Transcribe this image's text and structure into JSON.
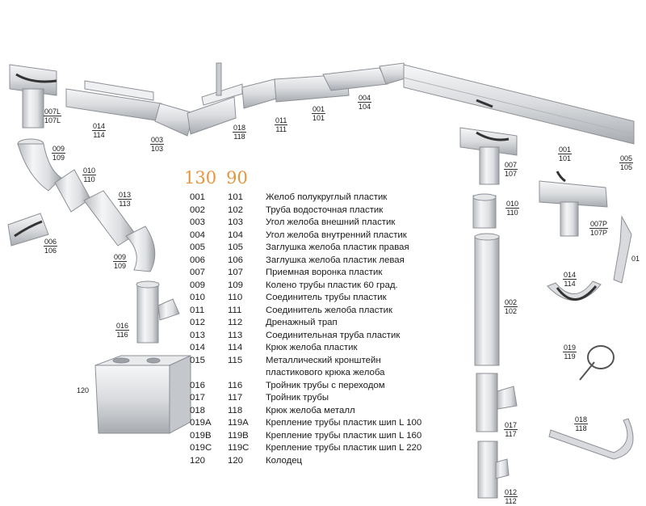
{
  "header": {
    "col_a": "130",
    "col_b": "90"
  },
  "legend": [
    {
      "a": "001",
      "b": "101",
      "name": "Желоб полукруглый пластик"
    },
    {
      "a": "002",
      "b": "102",
      "name": "Труба водосточная пластик"
    },
    {
      "a": "003",
      "b": "103",
      "name": "Угол желоба внешний пластик"
    },
    {
      "a": "004",
      "b": "104",
      "name": "Угол желоба внутренний пластик"
    },
    {
      "a": "005",
      "b": "105",
      "name": "Заглушка желоба пластик правая"
    },
    {
      "a": "006",
      "b": "106",
      "name": "Заглушка желоба пластик левая"
    },
    {
      "a": "007",
      "b": "107",
      "name": "Приемная воронка пластик"
    },
    {
      "a": "009",
      "b": "109",
      "name": "Колено трубы пластик 60 град."
    },
    {
      "a": "010",
      "b": "110",
      "name": "Соединитель трубы пластик"
    },
    {
      "a": "011",
      "b": "111",
      "name": "Соединитель желоба пластик"
    },
    {
      "a": "012",
      "b": "112",
      "name": "Дренажный трап"
    },
    {
      "a": "013",
      "b": "113",
      "name": "Соединительная труба пластик"
    },
    {
      "a": "014",
      "b": "114",
      "name": "Крюк желоба пластик"
    },
    {
      "a": "015",
      "b": "115",
      "name": "Металлический кронштейн"
    },
    {
      "a": "",
      "b": "",
      "name": "пластикового крюка желоба"
    },
    {
      "a": "016",
      "b": "116",
      "name": "Тройник трубы с переходом"
    },
    {
      "a": "017",
      "b": "117",
      "name": "Тройник трубы"
    },
    {
      "a": "018",
      "b": "118",
      "name": "Крюк желоба металл"
    },
    {
      "a": "019A",
      "b": "119A",
      "name": "Крепление трубы пластик шип L 100"
    },
    {
      "a": "019B",
      "b": "119B",
      "name": "Крепление трубы пластик шип L 160"
    },
    {
      "a": "019C",
      "b": "119C",
      "name": "Крепление трубы пластик шип L 220"
    },
    {
      "a": "120",
      "b": "120",
      "name": "Колодец"
    }
  ],
  "labels": {
    "l007L": {
      "top": "007L",
      "bot": "107L"
    },
    "l014": {
      "top": "014",
      "bot": "114"
    },
    "l003": {
      "top": "003",
      "bot": "103"
    },
    "l018": {
      "top": "018",
      "bot": "118"
    },
    "l011": {
      "top": "011",
      "bot": "111"
    },
    "l001a": {
      "top": "001",
      "bot": "101"
    },
    "l004": {
      "top": "004",
      "bot": "104"
    },
    "l001b": {
      "top": "001",
      "bot": "101"
    },
    "l005": {
      "top": "005",
      "bot": "105"
    },
    "l007": {
      "top": "007",
      "bot": "107"
    },
    "l009a": {
      "top": "009",
      "bot": "109"
    },
    "l010a": {
      "top": "010",
      "bot": "110"
    },
    "l013": {
      "top": "013",
      "bot": "113"
    },
    "l006": {
      "top": "006",
      "bot": "106"
    },
    "l009b": {
      "top": "009",
      "bot": "109"
    },
    "l016": {
      "top": "016",
      "bot": "116"
    },
    "l120": {
      "top": "120"
    },
    "l010b": {
      "top": "010",
      "bot": "110"
    },
    "l007P": {
      "top": "007P",
      "bot": "107P"
    },
    "l014b": {
      "top": "014",
      "bot": "114"
    },
    "l002": {
      "top": "002",
      "bot": "102"
    },
    "l019": {
      "top": "019",
      "bot": "119"
    },
    "l017": {
      "top": "017",
      "bot": "117"
    },
    "l018b": {
      "top": "018",
      "bot": "118"
    },
    "l012": {
      "top": "012",
      "bot": "112"
    },
    "l015": {
      "top": "01"
    }
  }
}
